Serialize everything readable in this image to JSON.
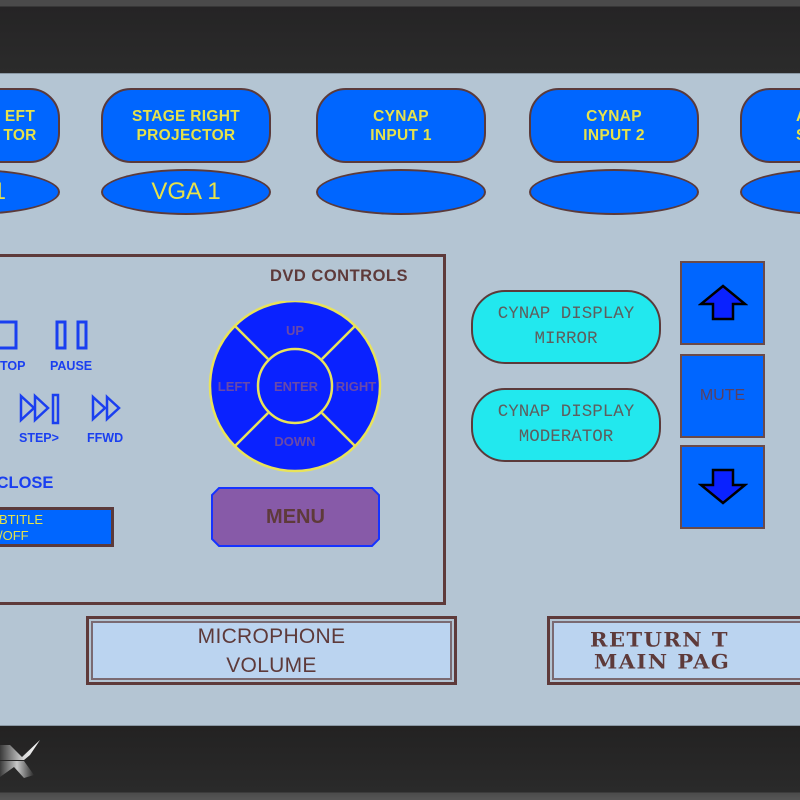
{
  "colors": {
    "panel_bg": "#b4c5d3",
    "button_blue": "#0066ff",
    "button_text_yellow": "#e6e24a",
    "border_brown": "#5e3a3a",
    "dvd_icon_blue": "#1a3ff0",
    "dpad_blue": "#0a22ff",
    "dpad_ring": "#e9e35a",
    "menu_purple": "#875aa8",
    "cynap_cyan": "#22e8ee",
    "framed_fill": "#bbd4f0"
  },
  "sources": [
    {
      "label_line1": "EFT",
      "label_line2": "TOR",
      "status": "1"
    },
    {
      "label_line1": "STAGE RIGHT",
      "label_line2": "PROJECTOR",
      "status": "VGA 1"
    },
    {
      "label_line1": "CYNAP",
      "label_line2": "INPUT 1",
      "status": ""
    },
    {
      "label_line1": "CYNAP",
      "label_line2": "INPUT 2",
      "status": ""
    },
    {
      "label_line1": "A",
      "label_line2": "S",
      "status": ""
    }
  ],
  "dvd": {
    "title": "DVD CONTROLS",
    "transport": [
      {
        "icon": "stop-icon",
        "label": "TOP"
      },
      {
        "icon": "pause-icon",
        "label": "PAUSE"
      },
      {
        "icon": "step-forward-icon",
        "label": "STEP>"
      },
      {
        "icon": "fast-forward-icon",
        "label": "FFWD"
      }
    ],
    "eject_label": "/CLOSE",
    "subtitle": {
      "line1": "BTITLE",
      "line2": "/OFF"
    },
    "dpad": {
      "up": "UP",
      "down": "DOWN",
      "left": "LEFT",
      "right": "RIGHT",
      "enter": "ENTER"
    },
    "menu_label": "MENU"
  },
  "cynap_display": [
    {
      "line1": "CYNAP DISPLAY",
      "line2": "MIRROR"
    },
    {
      "line1": "CYNAP DISPLAY",
      "line2": "MODERATOR"
    }
  ],
  "volume": {
    "up_icon": "arrow-up-icon",
    "mute_label": "MUTE",
    "down_icon": "arrow-down-icon"
  },
  "microphone": {
    "line1": "MICROPHONE",
    "line2": "VOLUME"
  },
  "return": {
    "line1": "RETURN T",
    "line2": "MAIN PAG"
  }
}
